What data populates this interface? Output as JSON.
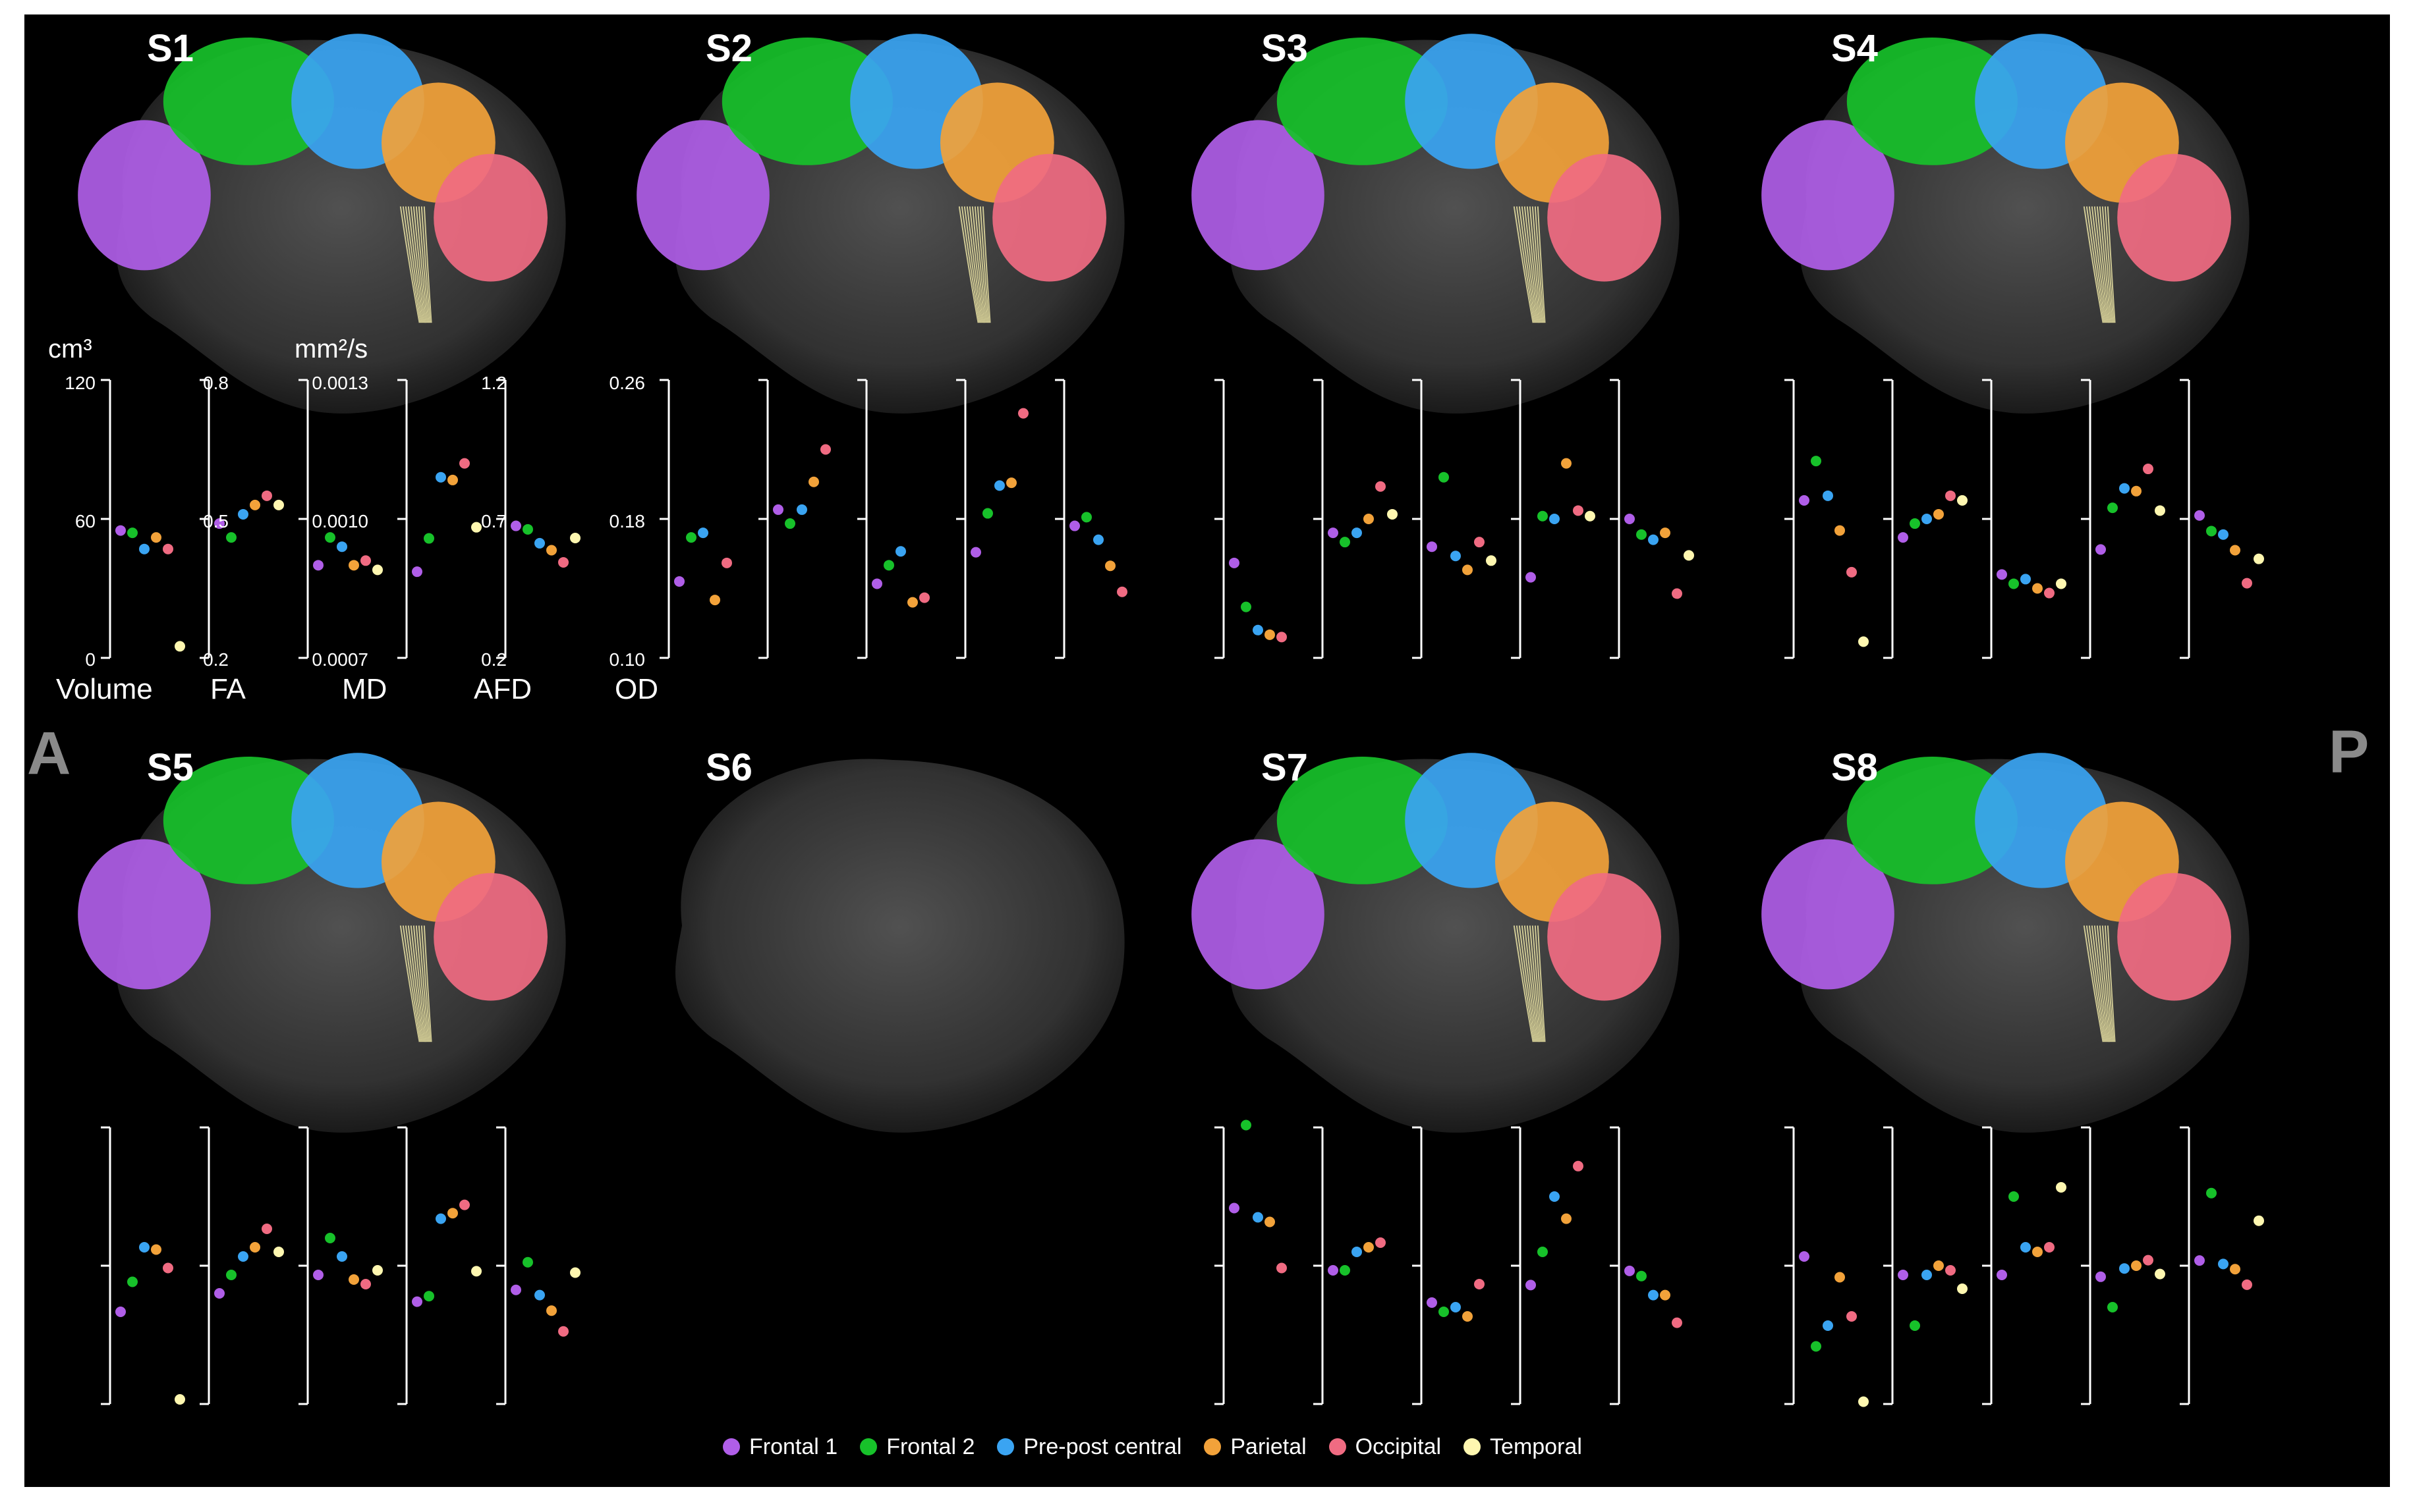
{
  "directions": {
    "anterior": "A",
    "posterior": "P"
  },
  "units": {
    "volume": "cm³",
    "md": "mm²/s"
  },
  "metrics": [
    "Volume",
    "FA",
    "MD",
    "AFD",
    "OD"
  ],
  "axis_ticks": {
    "volume": [
      "120",
      "60",
      "0"
    ],
    "fa": [
      "0.8",
      "0.5",
      "0.2"
    ],
    "md": [
      "0.0013",
      "0.0010",
      "0.0007"
    ],
    "afd": [
      "1.2",
      "0.7",
      "0.2"
    ],
    "od": [
      "0.26",
      "0.18",
      "0.10"
    ]
  },
  "legend": [
    {
      "label": "Frontal 1",
      "color": "#b05ee8"
    },
    {
      "label": "Frontal 2",
      "color": "#17c12a"
    },
    {
      "label": "Pre-post central",
      "color": "#3aa4f2"
    },
    {
      "label": "Parietal",
      "color": "#f2a23a"
    },
    {
      "label": "Occipital",
      "color": "#f06b82"
    },
    {
      "label": "Temporal",
      "color": "#fff7b0"
    }
  ],
  "chart_data": {
    "type": "scatter",
    "metrics": [
      "Volume",
      "FA",
      "MD",
      "AFD",
      "OD"
    ],
    "ylim": {
      "Volume": [
        0,
        120
      ],
      "FA": [
        0.2,
        0.8
      ],
      "MD": [
        0.0007,
        0.0013
      ],
      "AFD": [
        0.2,
        1.2
      ],
      "OD": [
        0.1,
        0.26
      ]
    },
    "series_names": [
      "Frontal 1",
      "Frontal 2",
      "Pre-post central",
      "Parietal",
      "Occipital",
      "Temporal"
    ],
    "subjects": [
      {
        "label": "S1",
        "has_data": true,
        "values": {
          "Volume": [
            55,
            54,
            47,
            52,
            47,
            5
          ],
          "FA": [
            0.49,
            0.46,
            0.51,
            0.53,
            0.55,
            0.53
          ],
          "MD": [
            0.0009,
            0.00096,
            0.00094,
            0.0009,
            0.00091,
            0.00089
          ],
          "AFD": [
            0.51,
            0.63,
            0.85,
            0.84,
            0.9,
            0.67
          ],
          "OD": [
            0.176,
            0.174,
            0.166,
            0.162,
            0.155,
            0.169
          ]
        }
      },
      {
        "label": "S2",
        "has_data": true,
        "values": {
          "Volume": [
            33,
            52,
            54,
            25,
            41,
            null
          ],
          "FA": [
            0.52,
            0.49,
            0.52,
            0.58,
            0.65,
            null
          ],
          "MD": [
            0.00086,
            0.0009,
            0.00093,
            0.00082,
            0.00083,
            null
          ],
          "AFD": [
            0.58,
            0.72,
            0.82,
            0.83,
            1.08,
            null
          ],
          "OD": [
            0.176,
            0.181,
            0.168,
            0.153,
            0.138,
            null
          ]
        }
      },
      {
        "label": "S3",
        "has_data": true,
        "values": {
          "Volume": [
            41,
            22,
            12,
            10,
            9,
            null
          ],
          "FA": [
            0.47,
            0.45,
            0.47,
            0.5,
            0.57,
            0.51
          ],
          "MD": [
            0.00094,
            0.00109,
            0.00092,
            0.00089,
            0.00095,
            0.00091
          ],
          "AFD": [
            0.49,
            0.71,
            0.7,
            0.9,
            0.73,
            0.71
          ],
          "OD": [
            0.18,
            0.171,
            0.168,
            0.172,
            0.137,
            0.159
          ]
        }
      },
      {
        "label": "S4",
        "has_data": true,
        "values": {
          "Volume": [
            68,
            85,
            70,
            55,
            37,
            7
          ],
          "FA": [
            0.46,
            0.49,
            0.5,
            0.51,
            0.55,
            0.54
          ],
          "MD": [
            0.00088,
            0.00086,
            0.00087,
            0.00085,
            0.00084,
            0.00086
          ],
          "AFD": [
            0.59,
            0.74,
            0.81,
            0.8,
            0.88,
            0.73
          ],
          "OD": [
            0.182,
            0.173,
            0.171,
            0.162,
            0.143,
            0.157
          ]
        }
      },
      {
        "label": "S5",
        "has_data": true,
        "values": {
          "Volume": [
            40,
            53,
            68,
            67,
            59,
            2
          ],
          "FA": [
            0.44,
            0.48,
            0.52,
            0.54,
            0.58,
            0.53
          ],
          "MD": [
            0.00098,
            0.00106,
            0.00102,
            0.00097,
            0.00096,
            0.00099
          ],
          "AFD": [
            0.57,
            0.59,
            0.87,
            0.89,
            0.92,
            0.68
          ],
          "OD": [
            0.166,
            0.182,
            0.163,
            0.154,
            0.142,
            0.176
          ]
        }
      },
      {
        "label": "S6",
        "has_data": false,
        "values": {}
      },
      {
        "label": "S7",
        "has_data": true,
        "values": {
          "Volume": [
            85,
            121,
            81,
            79,
            59,
            null
          ],
          "FA": [
            0.49,
            0.49,
            0.53,
            0.54,
            0.55,
            null
          ],
          "MD": [
            0.00092,
            0.0009,
            0.00091,
            0.00089,
            0.00096,
            null
          ],
          "AFD": [
            0.63,
            0.75,
            0.95,
            0.87,
            1.06,
            null
          ],
          "OD": [
            0.177,
            0.174,
            0.163,
            0.163,
            0.147,
            null
          ]
        }
      },
      {
        "label": "S8",
        "has_data": true,
        "values": {
          "Volume": [
            64,
            25,
            34,
            55,
            38,
            1
          ],
          "FA": [
            0.48,
            0.37,
            0.48,
            0.5,
            0.49,
            0.45
          ],
          "MD": [
            0.00098,
            0.00115,
            0.00104,
            0.00103,
            0.00104,
            0.00117
          ],
          "AFD": [
            0.66,
            0.55,
            0.69,
            0.7,
            0.72,
            0.67
          ],
          "OD": [
            0.183,
            0.222,
            0.181,
            0.178,
            0.169,
            0.206
          ]
        }
      }
    ]
  }
}
